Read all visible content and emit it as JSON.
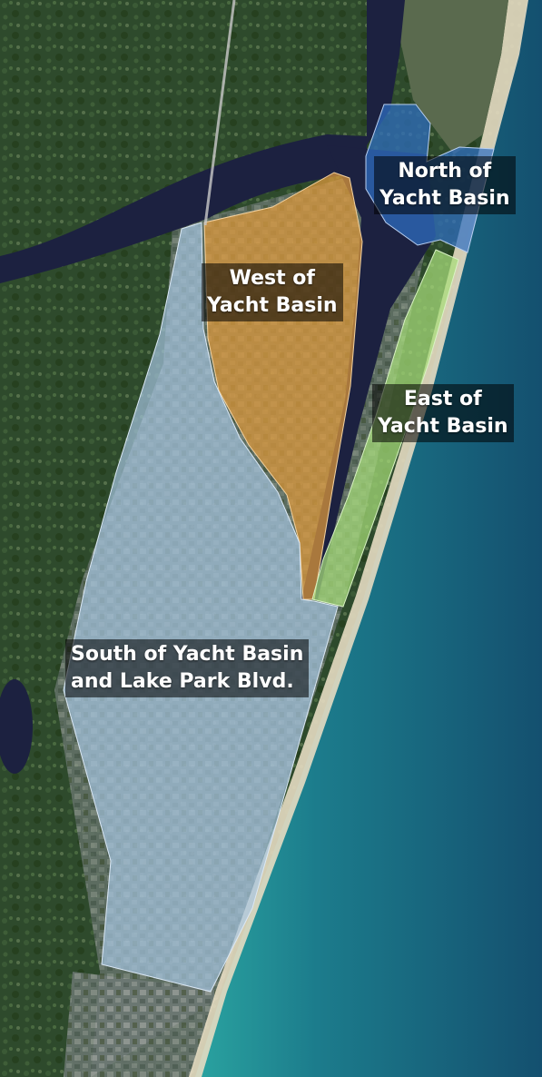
{
  "map": {
    "zones": [
      {
        "id": "north",
        "label_lines": [
          "North of",
          "Yacht Basin"
        ],
        "fill": "#2f6fc4",
        "opacity": 0.75
      },
      {
        "id": "west",
        "label_lines": [
          "West of",
          "Yacht Basin"
        ],
        "fill": "#e09a3c",
        "opacity": 0.7
      },
      {
        "id": "east",
        "label_lines": [
          "East of",
          "Yacht Basin"
        ],
        "fill": "#a7de7a",
        "opacity": 0.7
      },
      {
        "id": "south",
        "label_lines": [
          "South of Yacht Basin",
          "and Lake Park Blvd."
        ],
        "fill": "#a9c9e6",
        "opacity": 0.7
      }
    ],
    "colors": {
      "ocean_deep": "#134a6a",
      "ocean_near": "#1d8a8f",
      "beach": "#e6dcc2",
      "waterway": "#1c2140",
      "land": "#2c4a2e"
    }
  }
}
